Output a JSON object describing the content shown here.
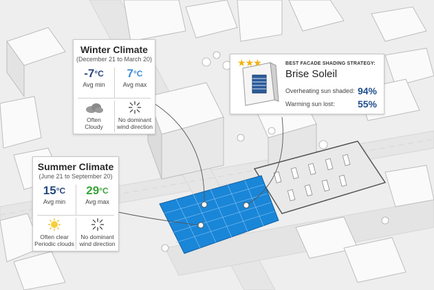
{
  "colors": {
    "cold": "#27487e",
    "mild": "#3a8ed6",
    "warm": "#37a536",
    "site_blue": "#1a86d8",
    "star": "#f2b30f"
  },
  "winter_card": {
    "title": "Winter Climate",
    "subtitle": "(December 21 to March 20)",
    "min": {
      "value": "-7",
      "unit": "°C",
      "label": "Avg min"
    },
    "max": {
      "value": "7",
      "unit": "°C",
      "label": "Avg max"
    },
    "sky": {
      "icon": "cloud-icon",
      "text": [
        "Often",
        "Cloudy"
      ]
    },
    "wind": {
      "icon": "wind-converge-icon",
      "text": [
        "No dominant",
        "wind direction"
      ]
    }
  },
  "summer_card": {
    "title": "Summer Climate",
    "subtitle": "(June 21 to September 20)",
    "min": {
      "value": "15",
      "unit": "°C",
      "label": "Avg min"
    },
    "max": {
      "value": "29",
      "unit": "°C",
      "label": "Avg max"
    },
    "sky": {
      "icon": "sun-icon",
      "text": [
        "Often clear",
        "Periodic clouds"
      ]
    },
    "wind": {
      "icon": "wind-converge-icon",
      "text": [
        "No dominant",
        "wind direction"
      ]
    }
  },
  "facade_card": {
    "eyebrow": "BEST FACADE SHADING STRATEGY:",
    "title": "Brise Soleil",
    "rating_stars": 3,
    "rows": [
      {
        "label": "Overheating sun shaded:",
        "value": "94%"
      },
      {
        "label": "Warming sun lost:",
        "value": "55%"
      }
    ]
  }
}
